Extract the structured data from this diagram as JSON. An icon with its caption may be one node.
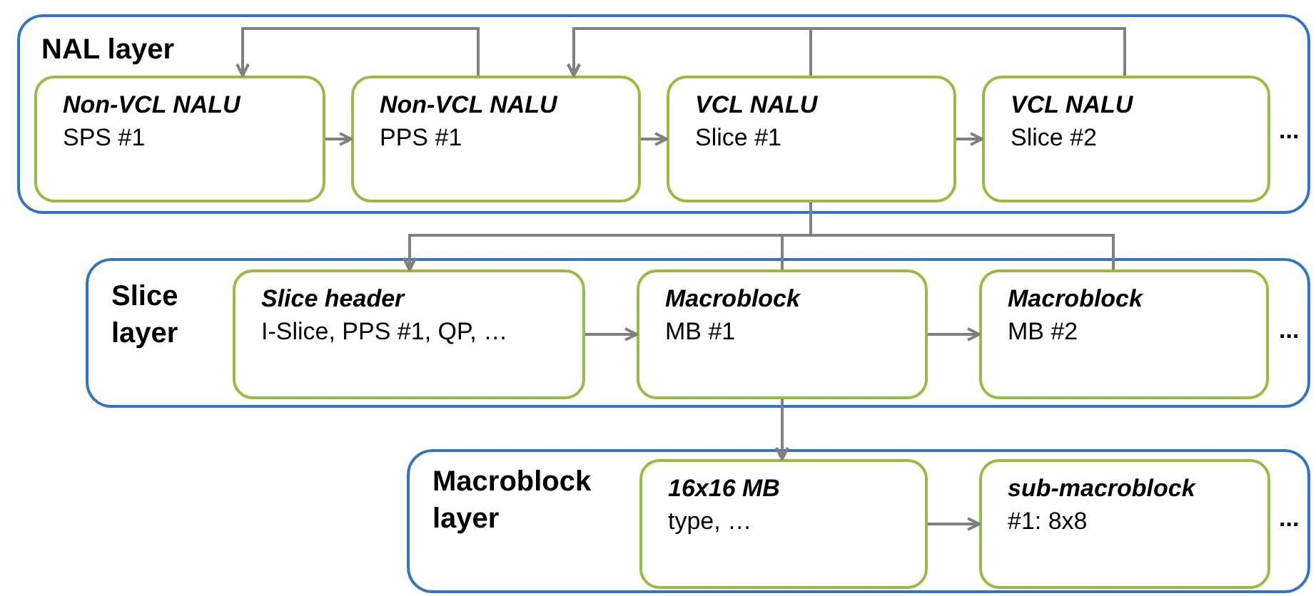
{
  "diagram": {
    "nodes": [
      {
        "text": [
          "NAL layer"
        ]
      },
      {
        "text": [
          "Non-VCL NALU",
          "SPS #1"
        ],
        "in": 0
      },
      {
        "text": [
          "Non-VCL NALU",
          "PPS #1"
        ],
        "in": 0
      },
      {
        "text": [
          "VCL NALU",
          "Slice #1"
        ],
        "in": 0
      },
      {
        "text": [
          "VCL NALU",
          "Slice #2"
        ],
        "in": 0
      },
      {
        "text": [
          "Slice layer"
        ]
      },
      {
        "text": [
          "Slice header",
          "I-Slice, PPS #1, QP, …"
        ],
        "in": 5
      },
      {
        "text": [
          "Macroblock",
          "MB #1"
        ],
        "in": 5
      },
      {
        "text": [
          "Macroblock",
          "MB #2"
        ],
        "in": 5
      },
      {
        "text": [
          "Macroblock layer"
        ]
      },
      {
        "text": [
          "16x16 MB",
          "type, …"
        ],
        "in": 9
      },
      {
        "text": [
          "sub-macroblock",
          "#1: 8x8"
        ],
        "in": 9
      }
    ],
    "edges": [
      {
        "from": 1,
        "to": 2,
        "arrow": "to"
      },
      {
        "from": 2,
        "to": 3,
        "arrow": "to"
      },
      {
        "from": 3,
        "to": 4,
        "arrow": "to"
      },
      {
        "from": 2,
        "to": 1,
        "arrow": "to"
      },
      {
        "from": 3,
        "to": 2,
        "arrow": "to"
      },
      {
        "from": 4,
        "to": 2,
        "arrow": "to"
      },
      {
        "from": 3,
        "to": 6,
        "arrow": "to"
      },
      {
        "from": 7,
        "to": 6,
        "arrow": "to"
      },
      {
        "from": 8,
        "to": 6,
        "arrow": "to"
      },
      {
        "from": 6,
        "to": 7,
        "arrow": "to"
      },
      {
        "from": 7,
        "to": 8,
        "arrow": "to"
      },
      {
        "from": 7,
        "to": 10,
        "arrow": "to"
      },
      {
        "from": 10,
        "to": 11,
        "arrow": "to"
      }
    ],
    "labels": [
      "...",
      "...",
      "..."
    ]
  }
}
